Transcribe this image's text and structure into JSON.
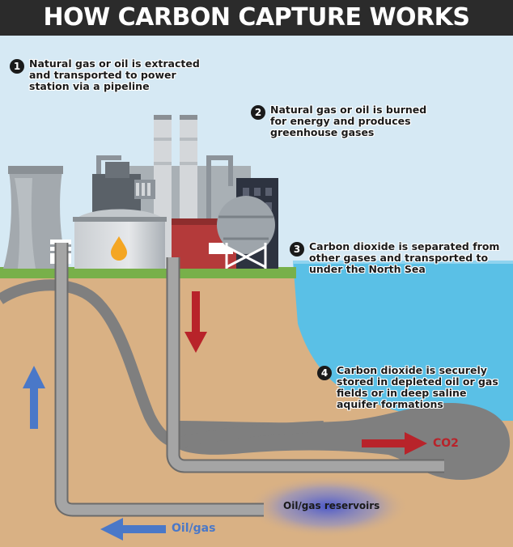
{
  "title": "HOW CARBON CAPTURE WORKS",
  "steps": [
    {
      "number": "1",
      "text": "Natural gas or oil is extracted and transported to power station via a pipeline"
    },
    {
      "number": "2",
      "text": "Natural gas or oil is burned for energy and produces greenhouse gases"
    },
    {
      "number": "3",
      "text": "Carbon dioxide is separated from other gases and transported to under the North Sea"
    },
    {
      "number": "4",
      "text": "Carbon dioxide is securely stored in depleted oil or gas fields or in deep saline aquifer formations"
    }
  ],
  "labels": {
    "co2": "CO2",
    "reservoir": "Oil/gas reservoirs",
    "oil_gas": "Oil/gas"
  },
  "colors": {
    "title_bg": "#2b2b2b",
    "sky": "#d6e9f4",
    "ground": "#d9b184",
    "sea": "#5ac0e6",
    "grass": "#78b04a",
    "pipe": "#9a9a9a",
    "red_arrow": "#b8232a",
    "blue_arrow": "#4a78c8",
    "reservoir_glow": "#3d4fd0"
  },
  "icons": [
    "up-arrow-icon",
    "down-arrow-icon",
    "left-arrow-icon",
    "right-arrow-icon",
    "oil-drop-icon"
  ]
}
